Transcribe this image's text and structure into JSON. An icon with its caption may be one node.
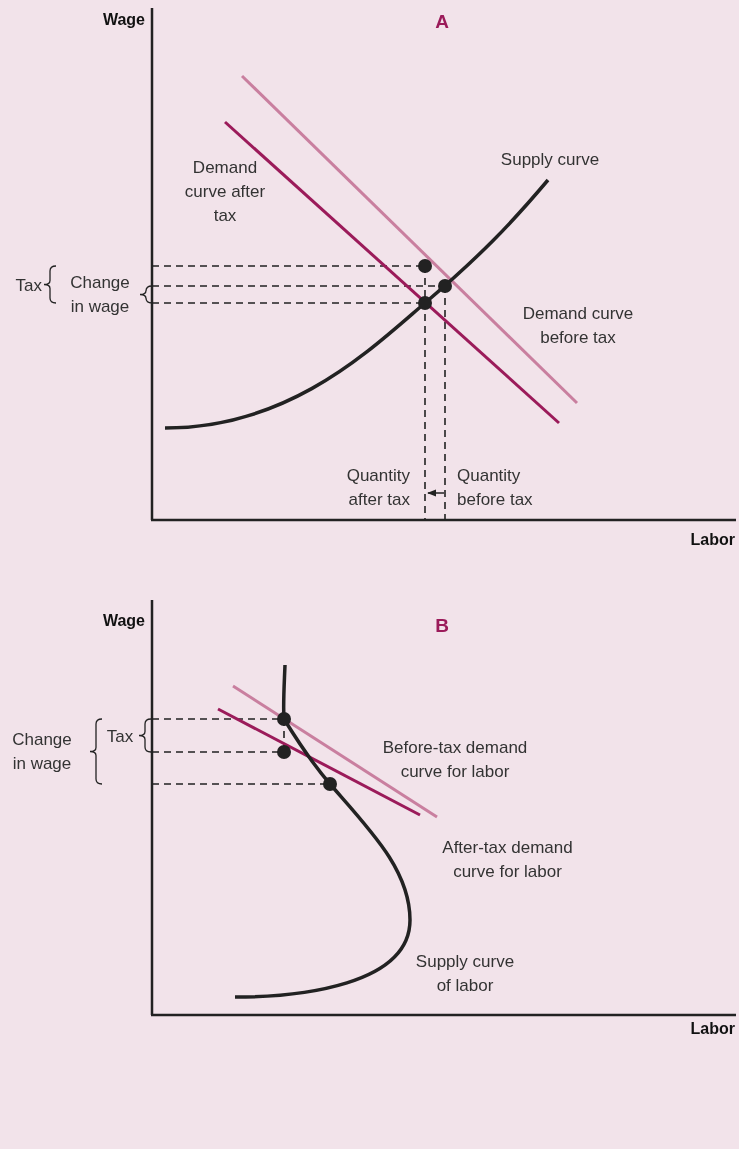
{
  "diagram": {
    "labels": [
      "Wage",
      "A",
      "Demand curve after tax",
      "Supply curve",
      "Tax",
      "Change in wage",
      "Demand curve before tax",
      "Quantity after tax",
      "Quantity before tax",
      "Labor",
      "Wage",
      "B",
      "Change in wage",
      "Tax",
      "Before-tax demand curve for labor",
      "After-tax demand curve for labor",
      "Supply curve of labor",
      "Labor"
    ]
  }
}
